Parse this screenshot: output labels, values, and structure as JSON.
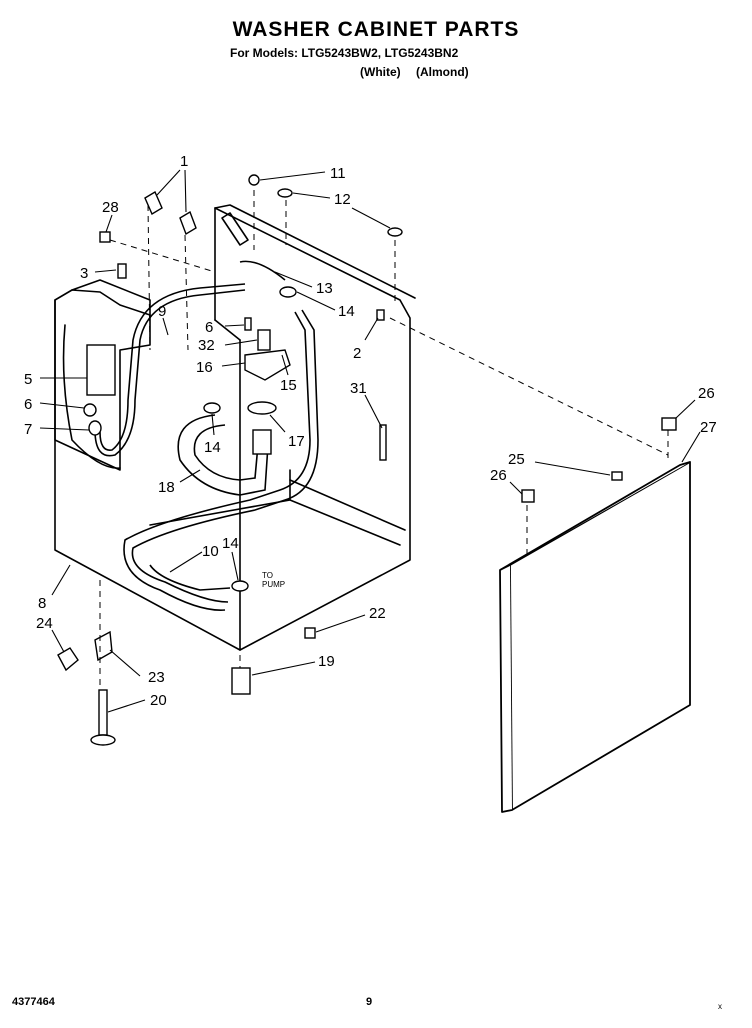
{
  "header": {
    "title": "WASHER CABINET PARTS",
    "subtitle": "For Models: LTG5243BW2, LTG5243BN2",
    "variants": [
      "(White)",
      "(Almond)"
    ]
  },
  "diagram": {
    "callouts": [
      "1",
      "28",
      "3",
      "9",
      "5",
      "6",
      "7",
      "8",
      "24",
      "23",
      "20",
      "11",
      "12",
      "13",
      "14",
      "6",
      "32",
      "16",
      "15",
      "2",
      "31",
      "14",
      "17",
      "18",
      "10",
      "14",
      "22",
      "19",
      "26",
      "27",
      "25",
      "26"
    ],
    "pump_label": [
      "TO",
      "PUMP"
    ]
  },
  "footer": {
    "doc_number": "4377464",
    "page_number": "9",
    "mark": "x"
  }
}
